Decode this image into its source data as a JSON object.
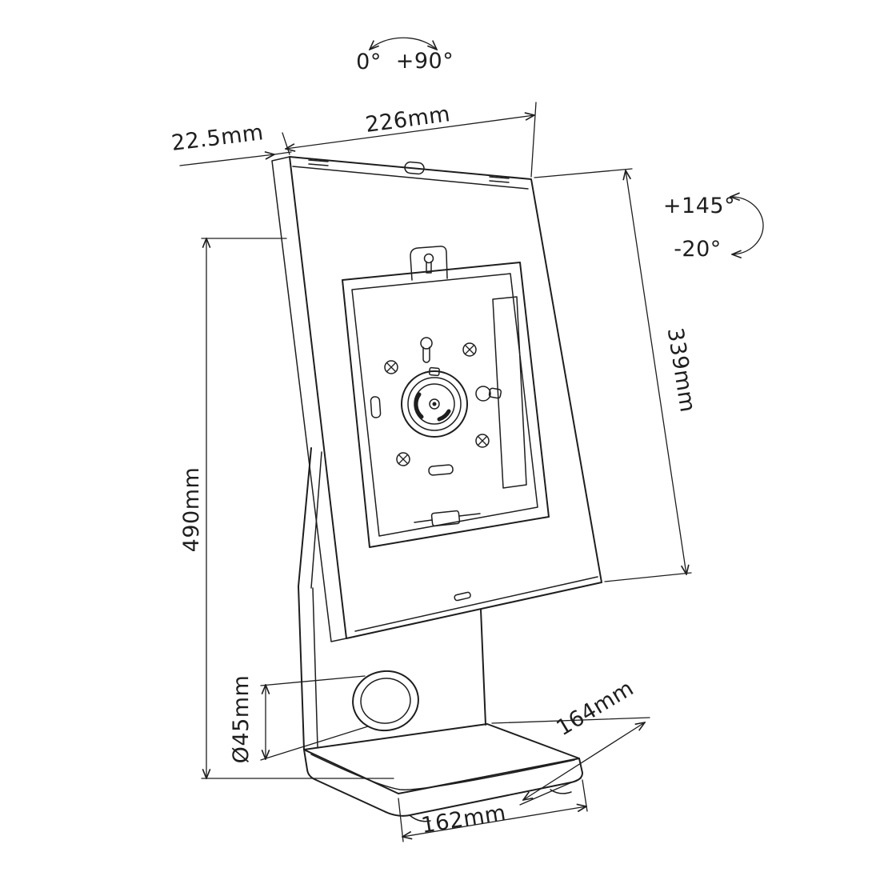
{
  "angles": {
    "swivel_from": "0°",
    "swivel_to": "+90°",
    "tilt_up": "+145°",
    "tilt_down": "-20°"
  },
  "dimensions": {
    "enclosure_width": "226mm",
    "enclosure_thickness": "22.5mm",
    "enclosure_height": "339mm",
    "stand_height": "490mm",
    "cable_hole": "Ø45mm",
    "base_depth": "164mm",
    "base_width": "162mm"
  }
}
